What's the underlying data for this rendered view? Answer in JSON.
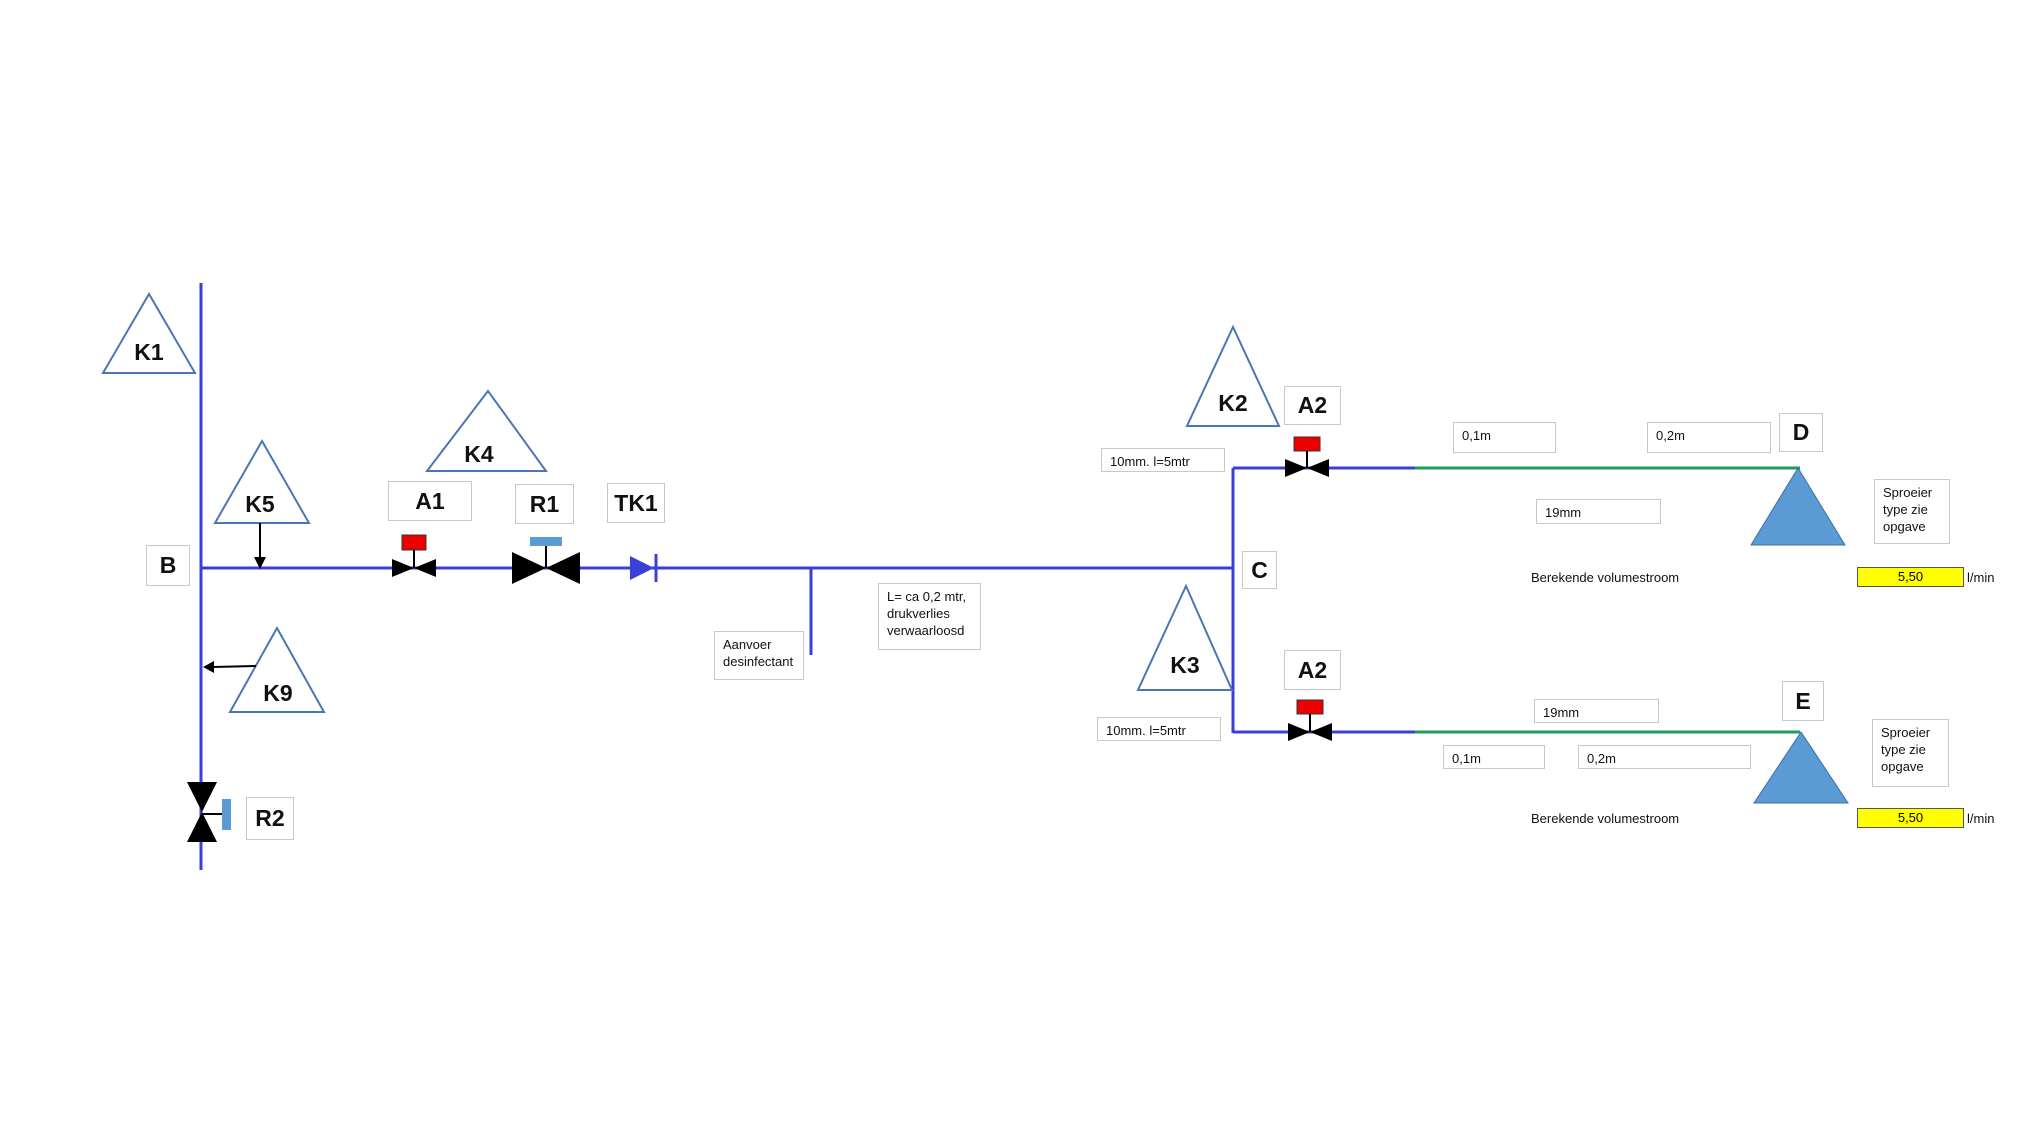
{
  "nodes": {
    "b": "B",
    "c": "C",
    "d": "D",
    "e": "E"
  },
  "components": {
    "k1": "K1",
    "k2": "K2",
    "k3": "K3",
    "k4": "K4",
    "k5": "K5",
    "k9": "K9",
    "a1": "A1",
    "a2_top": "A2",
    "a2_bottom": "A2",
    "r1": "R1",
    "r2": "R2",
    "tk1": "TK1"
  },
  "notes": {
    "aanvoer": "Aanvoer\ndesinfectant",
    "pipe_length": "L= ca 0,2 mtr,\ndrukverlies\nverwaarloosd",
    "pipe_top": "10mm. l=5mtr",
    "pipe_bottom": "10mm. l=5mtr",
    "top_seg1": "0,1m",
    "top_seg2": "0,2m",
    "top_diam": "19mm",
    "bottom_diam": "19mm",
    "bottom_seg1": "0,1m",
    "bottom_seg2": "0,2m",
    "sprayer_top": "Sproeier\ntype zie\nopgave",
    "sprayer_bottom": "Sproeier\ntype zie\nopgave"
  },
  "flow": {
    "label_top": "Berekende volumestroom",
    "value_top": "5,50",
    "unit_top": "l/min",
    "label_bottom": "Berekende volumestroom",
    "value_bottom": "5,50",
    "unit_bottom": "l/min"
  },
  "colors": {
    "pipe": "#3a3fd6",
    "branch": "#1e9e5a",
    "triangle_outline": "#4a77b4",
    "sprayer": "#5b9bd5",
    "valve_handle_red": "#ee0000",
    "valve_handle_blue": "#5b9bd5",
    "flow_value_bg": "#ffff00"
  }
}
